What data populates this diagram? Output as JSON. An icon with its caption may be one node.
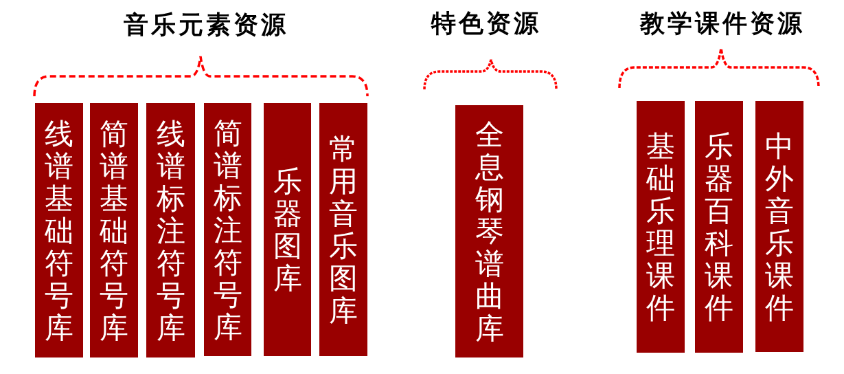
{
  "diagram": {
    "nodes": [
      {
        "text": [
          "线谱基础符号库"
        ]
      },
      {
        "text": [
          "简谱基础符号库"
        ]
      },
      {
        "text": [
          "线谱标注符号库"
        ]
      },
      {
        "text": [
          "简谱标注符号库"
        ]
      },
      {
        "text": [
          "乐器图库"
        ]
      },
      {
        "text": [
          "常用音乐图库"
        ]
      },
      {
        "text": [
          "全息钢琴谱曲库"
        ]
      },
      {
        "text": [
          "基础乐理课件"
        ]
      },
      {
        "text": [
          "乐器百科课件"
        ]
      },
      {
        "text": [
          "中外音乐课件"
        ]
      }
    ],
    "labels": [
      "音乐元素资源",
      "特色资源",
      "教学课件资源"
    ]
  }
}
